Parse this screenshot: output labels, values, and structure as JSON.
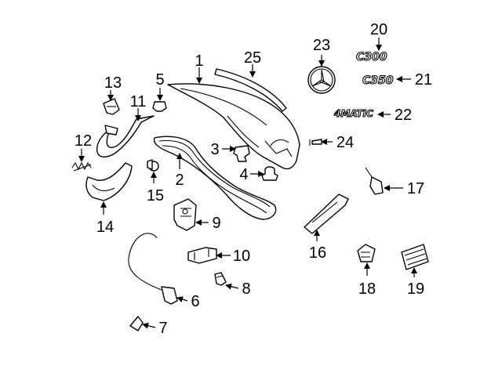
{
  "callouts": {
    "c1": "1",
    "c2": "2",
    "c3": "3",
    "c4": "4",
    "c5": "5",
    "c6": "6",
    "c7": "7",
    "c8": "8",
    "c9": "9",
    "c10": "10",
    "c11": "11",
    "c12": "12",
    "c13": "13",
    "c14": "14",
    "c15": "15",
    "c16": "16",
    "c17": "17",
    "c18": "18",
    "c19": "19",
    "c20": "20",
    "c21": "21",
    "c22": "22",
    "c23": "23",
    "c24": "24",
    "c25": "25"
  },
  "emblems": {
    "e20": "C300",
    "e21": "C350",
    "e22": "4MATIC"
  }
}
